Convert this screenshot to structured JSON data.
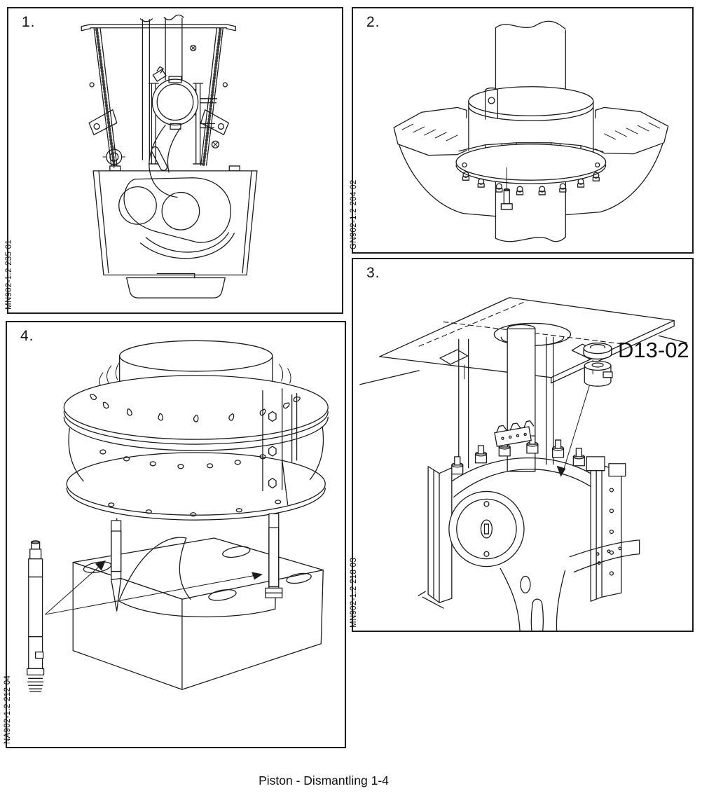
{
  "page": {
    "caption": "Piston - Dismantling 1-4",
    "ink_color": "#1c1c1c",
    "background_color": "#ffffff"
  },
  "panels": [
    {
      "number": "1.",
      "code": "MN902-1.2 235 01",
      "illustration": "engine-frame-cross-section"
    },
    {
      "number": "2.",
      "code": "GN902-1.2 204 02",
      "illustration": "piston-rod-gland-flange-on-deck"
    },
    {
      "number": "3.",
      "code": "MN902-1.2 218 03",
      "illustration": "crosshead-with-guide-shoes",
      "tool_label": "D13-02"
    },
    {
      "number": "4.",
      "code": "NA902-1.2 212 04",
      "illustration": "piston-crown-with-studs"
    }
  ]
}
